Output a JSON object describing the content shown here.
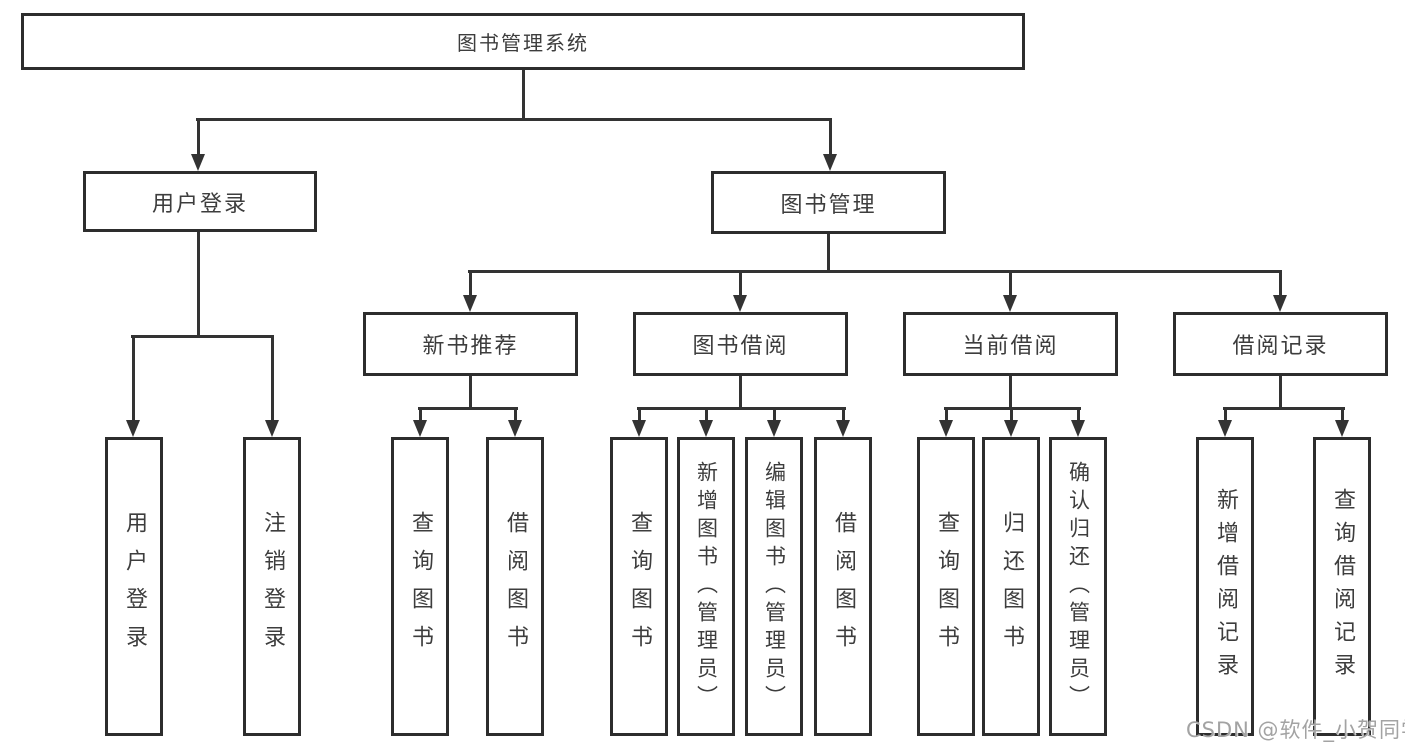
{
  "tree": {
    "label": "图书管理系统",
    "children": [
      {
        "label": "用户登录",
        "children": [
          {
            "label": "用户登录"
          },
          {
            "label": "注销登录"
          }
        ]
      },
      {
        "label": "图书管理",
        "children": [
          {
            "label": "新书推荐",
            "children": [
              {
                "label": "查询图书"
              },
              {
                "label": "借阅图书"
              }
            ]
          },
          {
            "label": "图书借阅",
            "children": [
              {
                "label": "查询图书"
              },
              {
                "label": "新增图书（管理员）"
              },
              {
                "label": "编辑图书（管理员）"
              },
              {
                "label": "借阅图书"
              }
            ]
          },
          {
            "label": "当前借阅",
            "children": [
              {
                "label": "查询图书"
              },
              {
                "label": "归还图书"
              },
              {
                "label": "确认归还（管理员）"
              }
            ]
          },
          {
            "label": "借阅记录",
            "children": [
              {
                "label": "新增借阅记录"
              },
              {
                "label": "查询借阅记录"
              }
            ]
          }
        ]
      }
    ]
  },
  "watermark": {
    "text": "CSDN @软件_小贺同学"
  },
  "colors": {
    "line": "#333333",
    "border": "#2d2d2d",
    "text": "#3d3d3d",
    "watermark": "#a3a3a3",
    "background": "#ffffff"
  }
}
